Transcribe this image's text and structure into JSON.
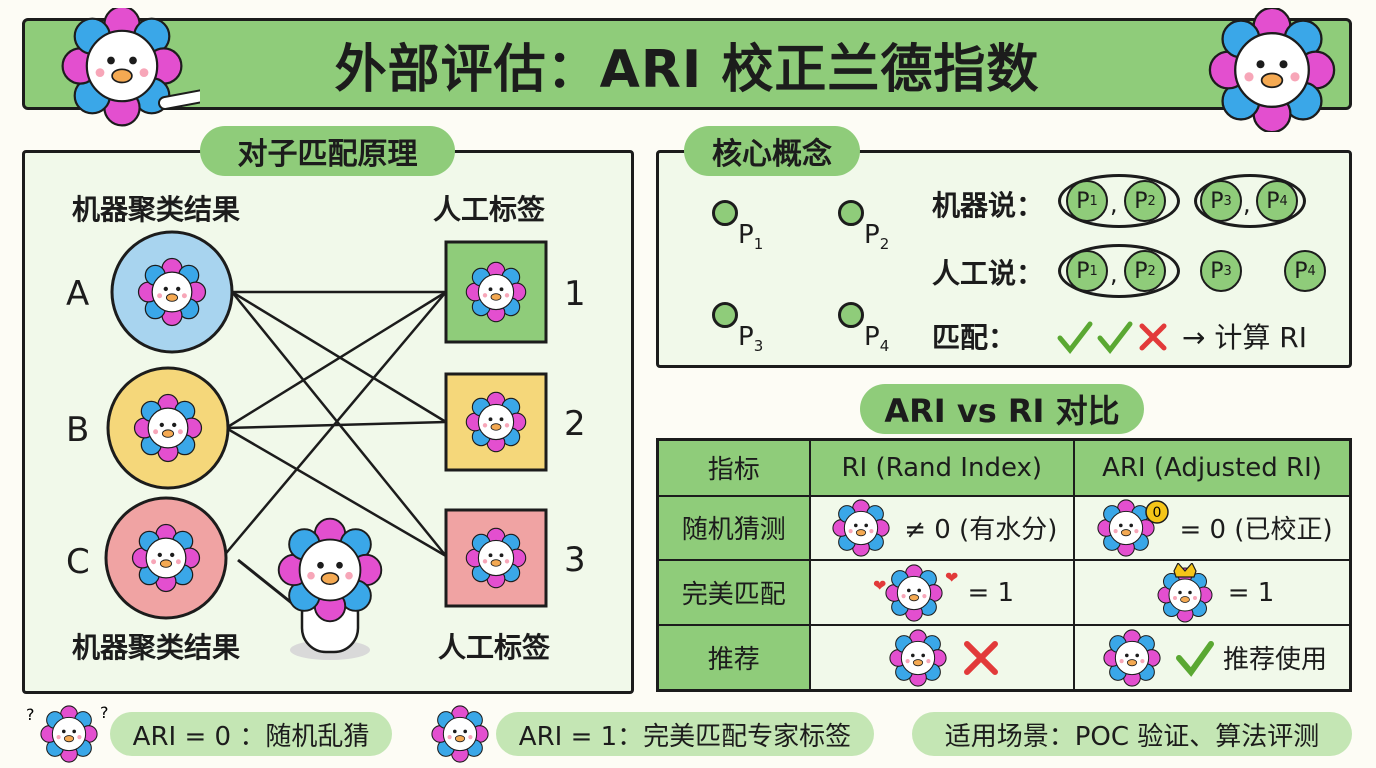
{
  "title": "外部评估：ARI 校正兰德指数",
  "left_panel": {
    "heading": "对子匹配原理",
    "top_left_label": "机器聚类结果",
    "top_right_label": "人工标签",
    "bottom_left_label": "机器聚类结果",
    "bottom_right_label": "人工标签",
    "clusters": [
      {
        "letter": "A",
        "color": "#a8d4ef"
      },
      {
        "letter": "B",
        "color": "#f5d77a"
      },
      {
        "letter": "C",
        "color": "#f0a3a3"
      }
    ],
    "labels": [
      {
        "number": "1",
        "color": "#8fcc7a"
      },
      {
        "number": "2",
        "color": "#f5d77a"
      },
      {
        "number": "3",
        "color": "#f0a3a3"
      }
    ]
  },
  "concept_panel": {
    "heading": "核心概念",
    "points": [
      "P1",
      "P2",
      "P3",
      "P4"
    ],
    "machine_label": "机器说：",
    "human_label": "人工说：",
    "match_label": "匹配：",
    "match_result": "→ 计算 RI",
    "pairs_machine": [
      "P1",
      "P2",
      "P3",
      "P4"
    ],
    "pairs_human": [
      "P1",
      "P2",
      "P3",
      "P4"
    ]
  },
  "compare": {
    "heading": "ARI vs RI 对比",
    "headers": [
      "指标",
      "RI (Rand Index)",
      "ARI (Adjusted RI)"
    ],
    "rows": [
      {
        "name": "随机猜测",
        "ri": "≠ 0 (有水分)",
        "ari": "= 0 (已校正)"
      },
      {
        "name": "完美匹配",
        "ri": "= 1",
        "ari": "= 1"
      },
      {
        "name": "推荐",
        "ri": "",
        "ari": "推荐使用"
      }
    ],
    "badge_zero": "0"
  },
  "footer": {
    "ari0": "ARI = 0 ：随机乱猜",
    "ari1": "ARI = 1：完美匹配专家标签",
    "usage": "适用场景：POC 验证、算法评测"
  },
  "colors": {
    "green": "#8fcc7a",
    "pale_green": "#f1f9ea",
    "pink": "#e34fcf",
    "blue": "#3aa7e8",
    "check": "#5aa832",
    "cross": "#e23a3a"
  }
}
